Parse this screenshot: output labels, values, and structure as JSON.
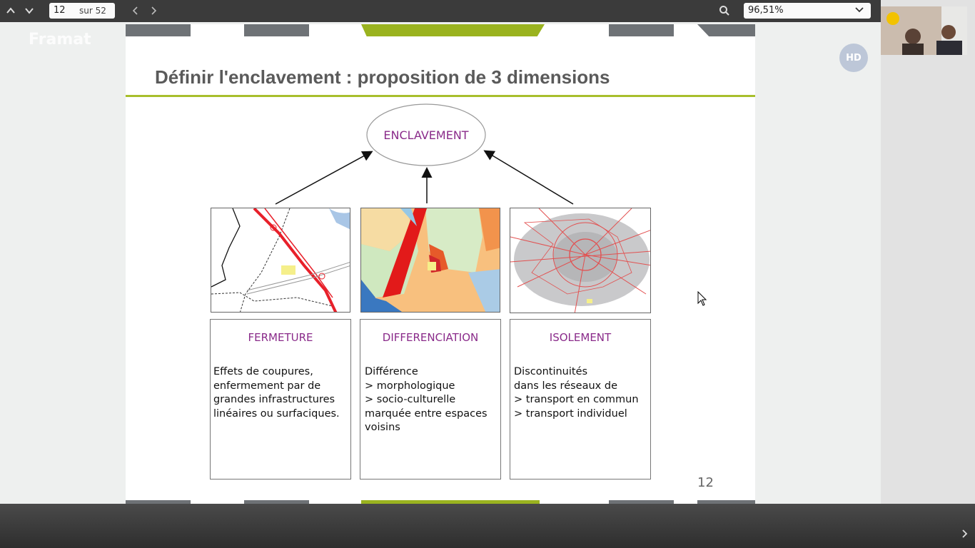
{
  "toolbar": {
    "page_current": "12",
    "page_total": "sur 52",
    "zoom": "96,51%",
    "icons": [
      "chevron-up-icon",
      "chevron-down-icon",
      "chevron-left-icon",
      "chevron-right-icon",
      "search-icon",
      "chevron-down-icon"
    ]
  },
  "brand": {
    "logo_text": "Framat"
  },
  "participant": {
    "initials": "HD"
  },
  "slide": {
    "title": "Définir l'enclavement : proposition de 3 dimensions",
    "center_label": "ENCLAVEMENT",
    "page_number": "12",
    "columns": [
      {
        "heading": "FERMETURE",
        "lines": [
          "Effets de coupures,",
          "enfermement par de",
          "grandes infrastructures",
          "linéaires ou surfaciques."
        ]
      },
      {
        "heading": "DIFFERENCIATION",
        "lines": [
          "Différence",
          "> morphologique",
          "> socio-culturelle",
          "marquée entre espaces",
          "voisins"
        ]
      },
      {
        "heading": "ISOLEMENT",
        "lines": [
          "Discontinuités",
          "dans les réseaux de",
          "> transport en commun",
          "> transport individuel"
        ]
      }
    ]
  },
  "colors": {
    "accent_green": "#a8bf2c",
    "heading_purple": "#8a2b8a",
    "bar_gray": "#6e7276"
  }
}
